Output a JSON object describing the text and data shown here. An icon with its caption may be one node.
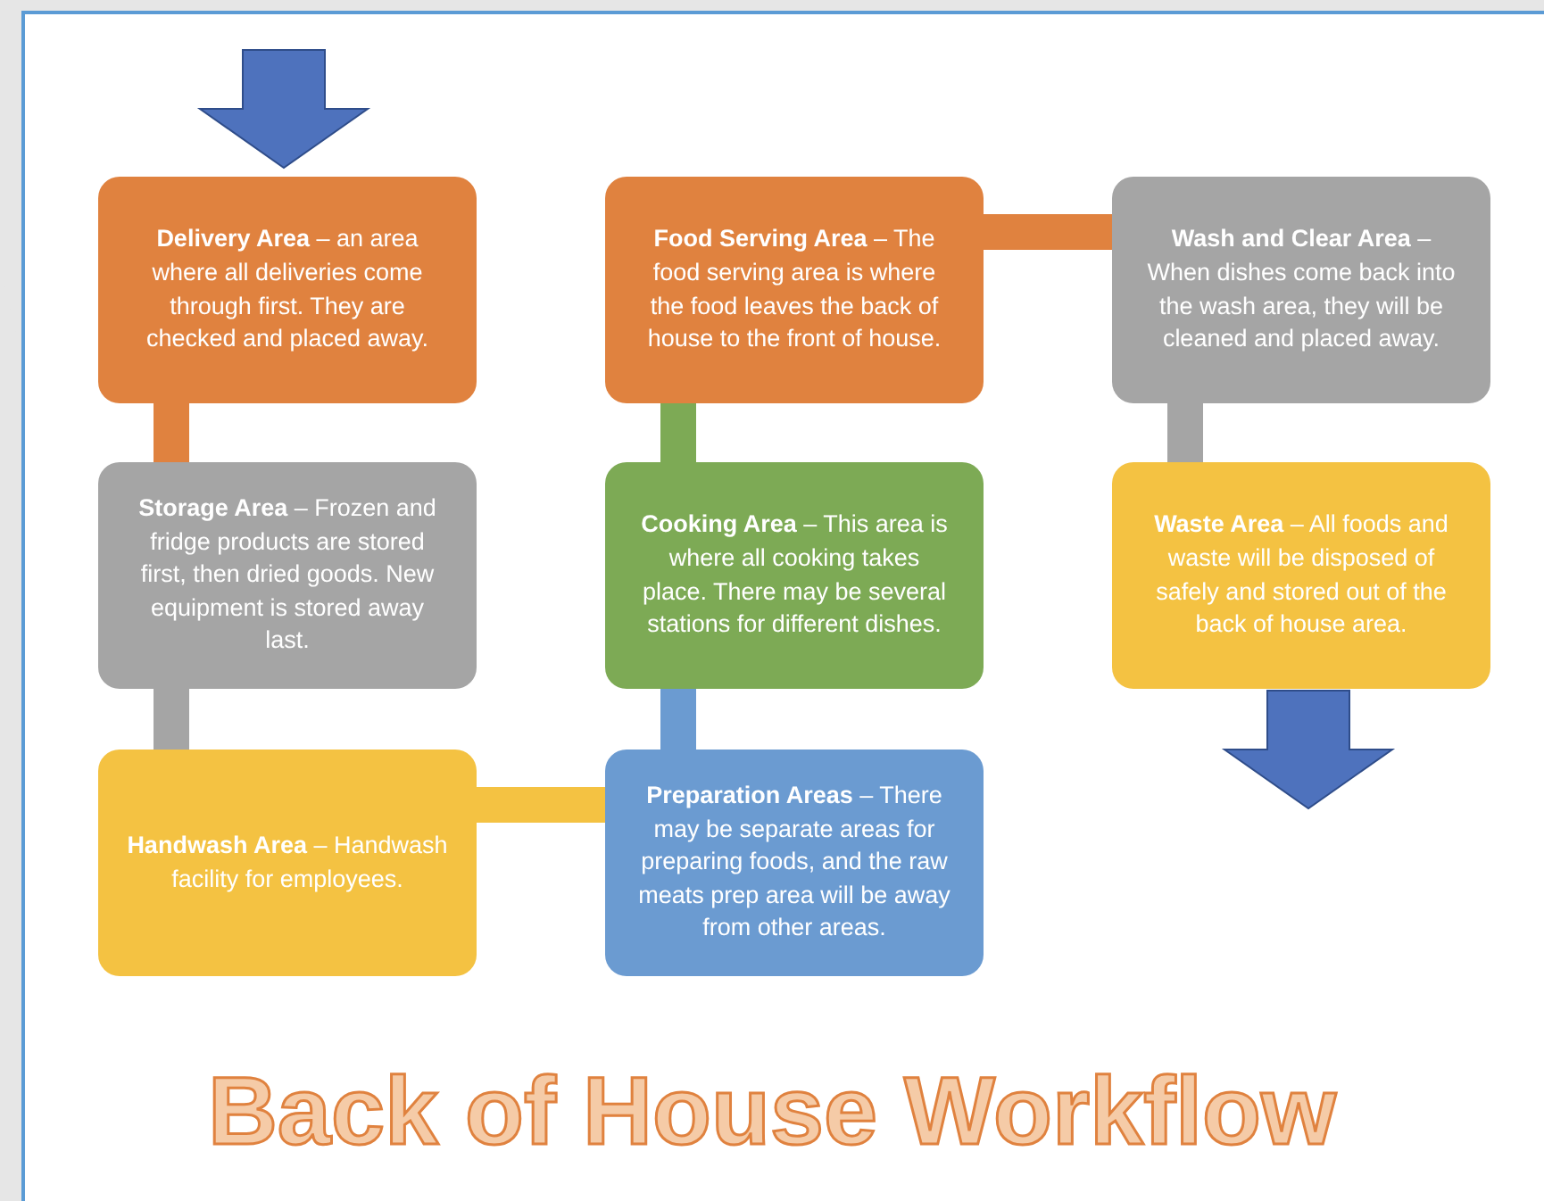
{
  "diagram": {
    "title": "Back of House Workflow",
    "nodes": [
      {
        "text": [
          "**Delivery Area** – an area where all deliveries come through first. They are checked and placed away."
        ]
      },
      {
        "text": [
          "**Storage Area** – Frozen and fridge products are stored first, then dried goods. New equipment is stored away last."
        ]
      },
      {
        "text": [
          "**Handwash Area** – Handwash facility for employees."
        ]
      },
      {
        "text": [
          "**Preparation Areas** – There may be separate areas for preparing foods, and the raw meats prep area will be away from other areas."
        ]
      },
      {
        "text": [
          "**Cooking Area** – This area is where all cooking takes place. There may be several stations for different dishes."
        ]
      },
      {
        "text": [
          "**Food Serving Area** – The food serving area is where the food leaves the back of house to the front of house."
        ]
      },
      {
        "text": [
          "**Wash and Clear Area** – When dishes come back into the wash area, they will be cleaned and placed away."
        ]
      },
      {
        "text": [
          "**Waste Area** – All foods and waste will be disposed of safely and stored out of the back of house area."
        ]
      }
    ],
    "edges": [
      {
        "from": null,
        "to": 0,
        "arrow": "to",
        "color": "#4e72bd"
      },
      {
        "from": 0,
        "to": 1,
        "arrow": "none",
        "color": "#e0823f"
      },
      {
        "from": 1,
        "to": 2,
        "arrow": "none",
        "color": "#a5a5a5"
      },
      {
        "from": 2,
        "to": 3,
        "arrow": "none",
        "color": "#f4c242"
      },
      {
        "from": 3,
        "to": 4,
        "arrow": "none",
        "color": "#6b9bd1"
      },
      {
        "from": 4,
        "to": 5,
        "arrow": "none",
        "color": "#7daa55"
      },
      {
        "from": 5,
        "to": 6,
        "arrow": "none",
        "color": "#e0823f"
      },
      {
        "from": 6,
        "to": 7,
        "arrow": "none",
        "color": "#a5a5a5"
      },
      {
        "from": 7,
        "to": null,
        "arrow": "to",
        "color": "#4e72bd"
      }
    ]
  }
}
